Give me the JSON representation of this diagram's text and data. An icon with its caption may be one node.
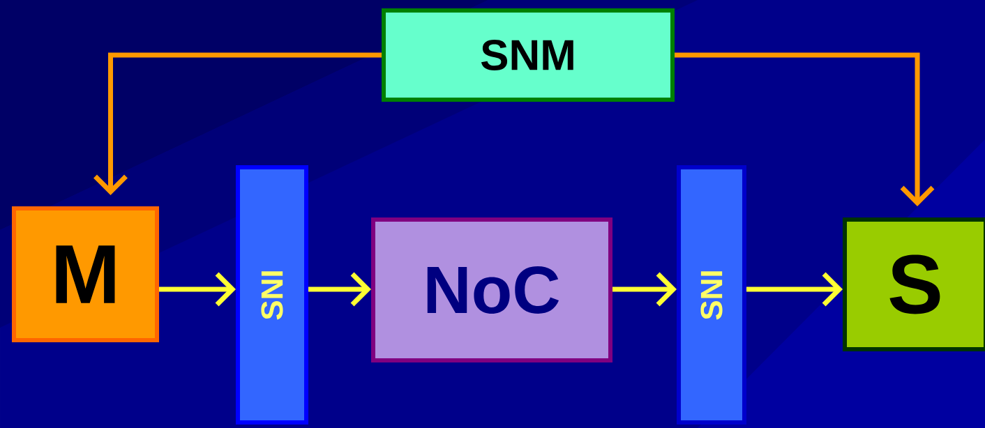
{
  "diagram": {
    "nodes": [
      {
        "text": [
          "SNM"
        ]
      },
      {
        "text": [
          "M"
        ]
      },
      {
        "text": [
          "SNI"
        ]
      },
      {
        "text": [
          "NoC"
        ]
      },
      {
        "text": [
          "SNI"
        ]
      },
      {
        "text": [
          "S"
        ]
      }
    ],
    "edges": [
      {
        "from": 0,
        "to": 1,
        "arrow": "to",
        "color": "#ff9900"
      },
      {
        "from": 0,
        "to": 5,
        "arrow": "to",
        "color": "#ff9900"
      },
      {
        "from": 1,
        "to": 2,
        "arrow": "to"
      },
      {
        "from": 2,
        "to": 3,
        "arrow": "to"
      },
      {
        "from": 3,
        "to": 4,
        "arrow": "to"
      },
      {
        "from": 4,
        "to": 5,
        "arrow": "to"
      }
    ]
  }
}
